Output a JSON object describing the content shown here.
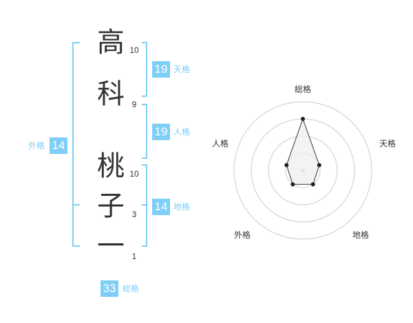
{
  "name": {
    "characters": [
      {
        "char": "高",
        "strokes": "10"
      },
      {
        "char": "科",
        "strokes": "9"
      },
      {
        "char": "桃",
        "strokes": "10"
      },
      {
        "char": "子",
        "strokes": "3"
      },
      {
        "char": "一",
        "strokes": "1"
      }
    ]
  },
  "fortune": {
    "tenkaku": {
      "value": "19",
      "label": "天格"
    },
    "jinkaku": {
      "value": "19",
      "label": "人格"
    },
    "chikaku": {
      "value": "14",
      "label": "地格"
    },
    "gaikaku": {
      "value": "14",
      "label": "外格"
    },
    "soukaku": {
      "value": "33",
      "label": "総格"
    }
  },
  "colors": {
    "accent": "#7fcef8",
    "text": "#333333",
    "ring": "#cccccc",
    "polygon_fill": "#eeeeee",
    "polygon_stroke": "#333333"
  },
  "radar": {
    "axes": [
      {
        "label": "総格",
        "value": 0.75
      },
      {
        "label": "天格",
        "value": 0.25
      },
      {
        "label": "地格",
        "value": 0.25
      },
      {
        "label": "外格",
        "value": 0.25
      },
      {
        "label": "人格",
        "value": 0.25
      }
    ],
    "ring_count": 4
  }
}
